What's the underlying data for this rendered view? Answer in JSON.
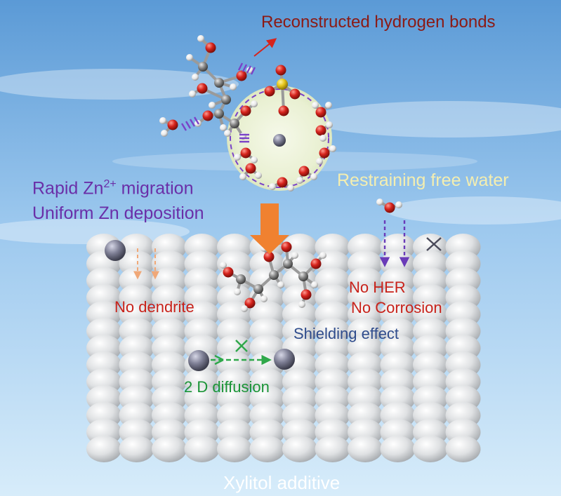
{
  "labels": {
    "reconstructed_bonds": "Reconstructed hydrogen bonds",
    "rapid_prefix": "Rapid Zn",
    "rapid_charge": "2+",
    "rapid_suffix": " migration",
    "uniform_deposition": "Uniform Zn deposition",
    "restraining_water": "Restraining free water",
    "no_dendrite": "No dendrite",
    "no_her": "No HER",
    "no_corrosion": "No Corrosion",
    "shielding": "Shielding effect",
    "diffusion_2d": "2 D diffusion",
    "xylitol_additive": "Xylitol additive"
  },
  "colors": {
    "sky_top": "#5b9ad6",
    "sky_bottom": "#d7ecfa",
    "zn_ion": "#7f8096",
    "oxygen": "#d6231c",
    "carbon": "#8a8a8a",
    "hydrogen": "#f2f2f2",
    "sulfur": "#e6c61a",
    "solvation_shell": "#eef3dc",
    "hbond": "#7a42c8",
    "orange_arrow": "#f08130",
    "diffusion_arrow": "#2fa84a"
  }
}
